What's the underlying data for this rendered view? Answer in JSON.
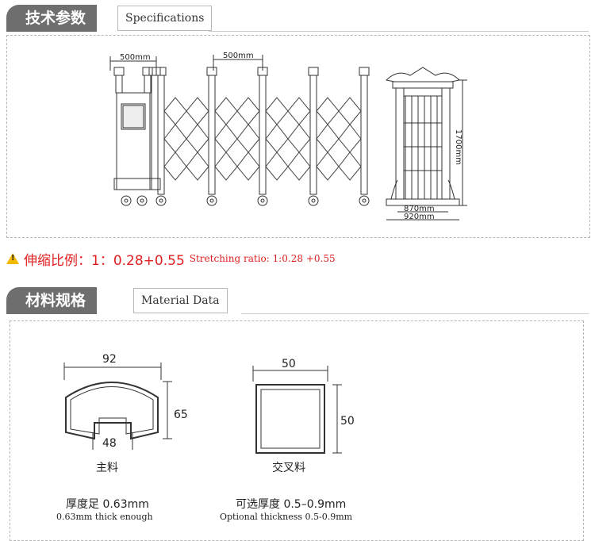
{
  "spec_header": {
    "title_cn": "技术参数",
    "title_en": "Specifications"
  },
  "spec_diagram": {
    "dim_post_width": "500mm",
    "dim_panel_spacing": "500mm",
    "dim_height": "1700mm",
    "dim_depth_inner": "870mm",
    "dim_depth_outer": "920mm"
  },
  "stretch_note": {
    "icon": "warning-icon",
    "label_cn": "伸缩比例：1：0.28+0.55",
    "label_en": "Stretching ratio: 1:0.28 +0.55"
  },
  "material_header": {
    "title_cn": "材料规格",
    "title_en": "Material Data"
  },
  "main_profile": {
    "width": "92",
    "height": "65",
    "inner_width": "48",
    "name_cn": "主料",
    "thickness_cn": "厚度足 0.63mm",
    "thickness_en": "0.63mm thick enough"
  },
  "cross_profile": {
    "width": "50",
    "height": "50",
    "name_cn": "交叉料",
    "thickness_cn": "可选厚度 0.5–0.9mm",
    "thickness_en": "Optional thickness 0.5-0.9mm"
  },
  "colors": {
    "header_bg": "#6e6e6e",
    "warning_text": "#e02020",
    "warning_icon": "#f3b800"
  }
}
